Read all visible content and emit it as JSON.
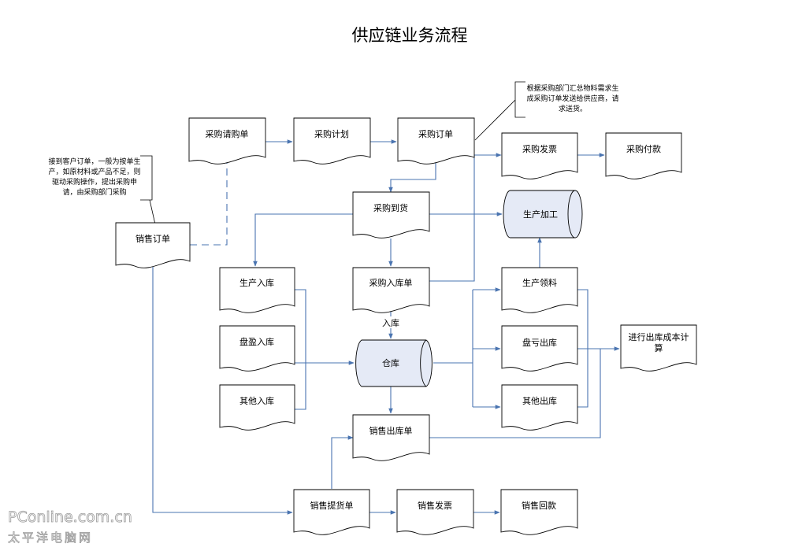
{
  "title": "供应链业务流程",
  "nodes": {
    "purchase_request": "采购请购单",
    "purchase_plan": "采购计划",
    "purchase_order": "采购订单",
    "purchase_invoice": "采购发票",
    "purchase_payment": "采购付款",
    "purchase_arrival": "采购到货",
    "production_processing": "生产加工",
    "sales_order": "销售订单",
    "production_in": "生产入库",
    "purchase_in_slip": "采购入库单",
    "production_picking": "生产领料",
    "inventory_gain_in": "盘盈入库",
    "warehouse": "仓库",
    "inventory_loss_out": "盘亏出库",
    "other_in": "其他入库",
    "other_out": "其他出库",
    "sales_out_slip": "销售出库单",
    "delivery_slip": "销售提货单",
    "sales_invoice": "销售发票",
    "sales_receipt": "销售回款",
    "cost_calc": [
      "进行出库成本计",
      "算"
    ]
  },
  "edge_labels": {
    "into_warehouse": "入库"
  },
  "notes": {
    "sales_note": [
      "接到客户订单，一般为按单生",
      "产，如原材料或产品不足，则",
      "驱动采购操作，提出采购申",
      "请，由采购部门采购"
    ],
    "purchase_note": [
      "根据采购部门汇总物料需求生",
      "成采购订单发送给供应商，请",
      "求送货。"
    ]
  },
  "watermark": {
    "line1": "PConline.com.cn",
    "line2": "太平洋电脑网"
  },
  "colors": {
    "arrow": "#4a74b0",
    "doc_border": "#000000",
    "cylinder_fill": "#e5eaf6"
  }
}
